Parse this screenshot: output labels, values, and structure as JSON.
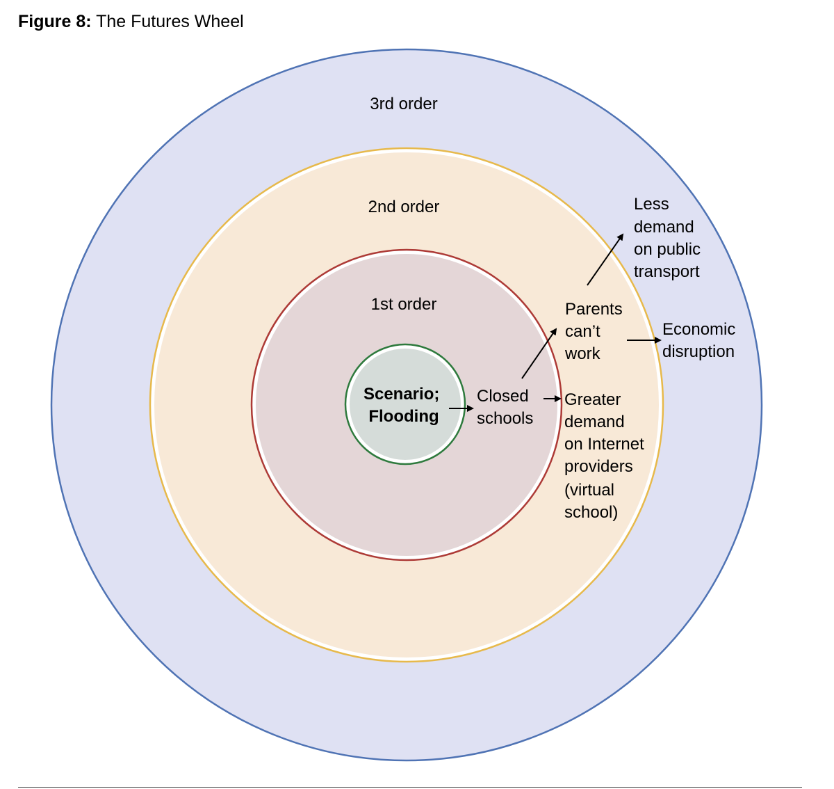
{
  "figure": {
    "label": "Figure 8:",
    "title": "The Futures Wheel"
  },
  "rings": {
    "third": {
      "label": "3rd order",
      "fill": "#dfe1f3",
      "stroke": "#4f73b4"
    },
    "second": {
      "label": "2nd order",
      "fill": "#f8e9d7",
      "stroke": "#e7b94b"
    },
    "first": {
      "label": "1st order",
      "fill": "#e4d6d7",
      "stroke": "#ad3a36"
    },
    "core": {
      "lines": [
        "Scenario;",
        "Flooding"
      ],
      "fill": "#d5dcd9",
      "stroke": "#2e7a3d"
    }
  },
  "nodes": {
    "closed_schools": [
      "Closed",
      "schools"
    ],
    "parents_cant_work": [
      "Parents",
      "can’t",
      "work"
    ],
    "greater_demand": [
      "Greater",
      "demand",
      "on Internet",
      "providers",
      "(virtual",
      "school)"
    ],
    "less_demand": [
      "Less",
      "demand",
      "on public",
      "transport"
    ],
    "economic_disruption": [
      "Economic",
      "disruption"
    ]
  }
}
